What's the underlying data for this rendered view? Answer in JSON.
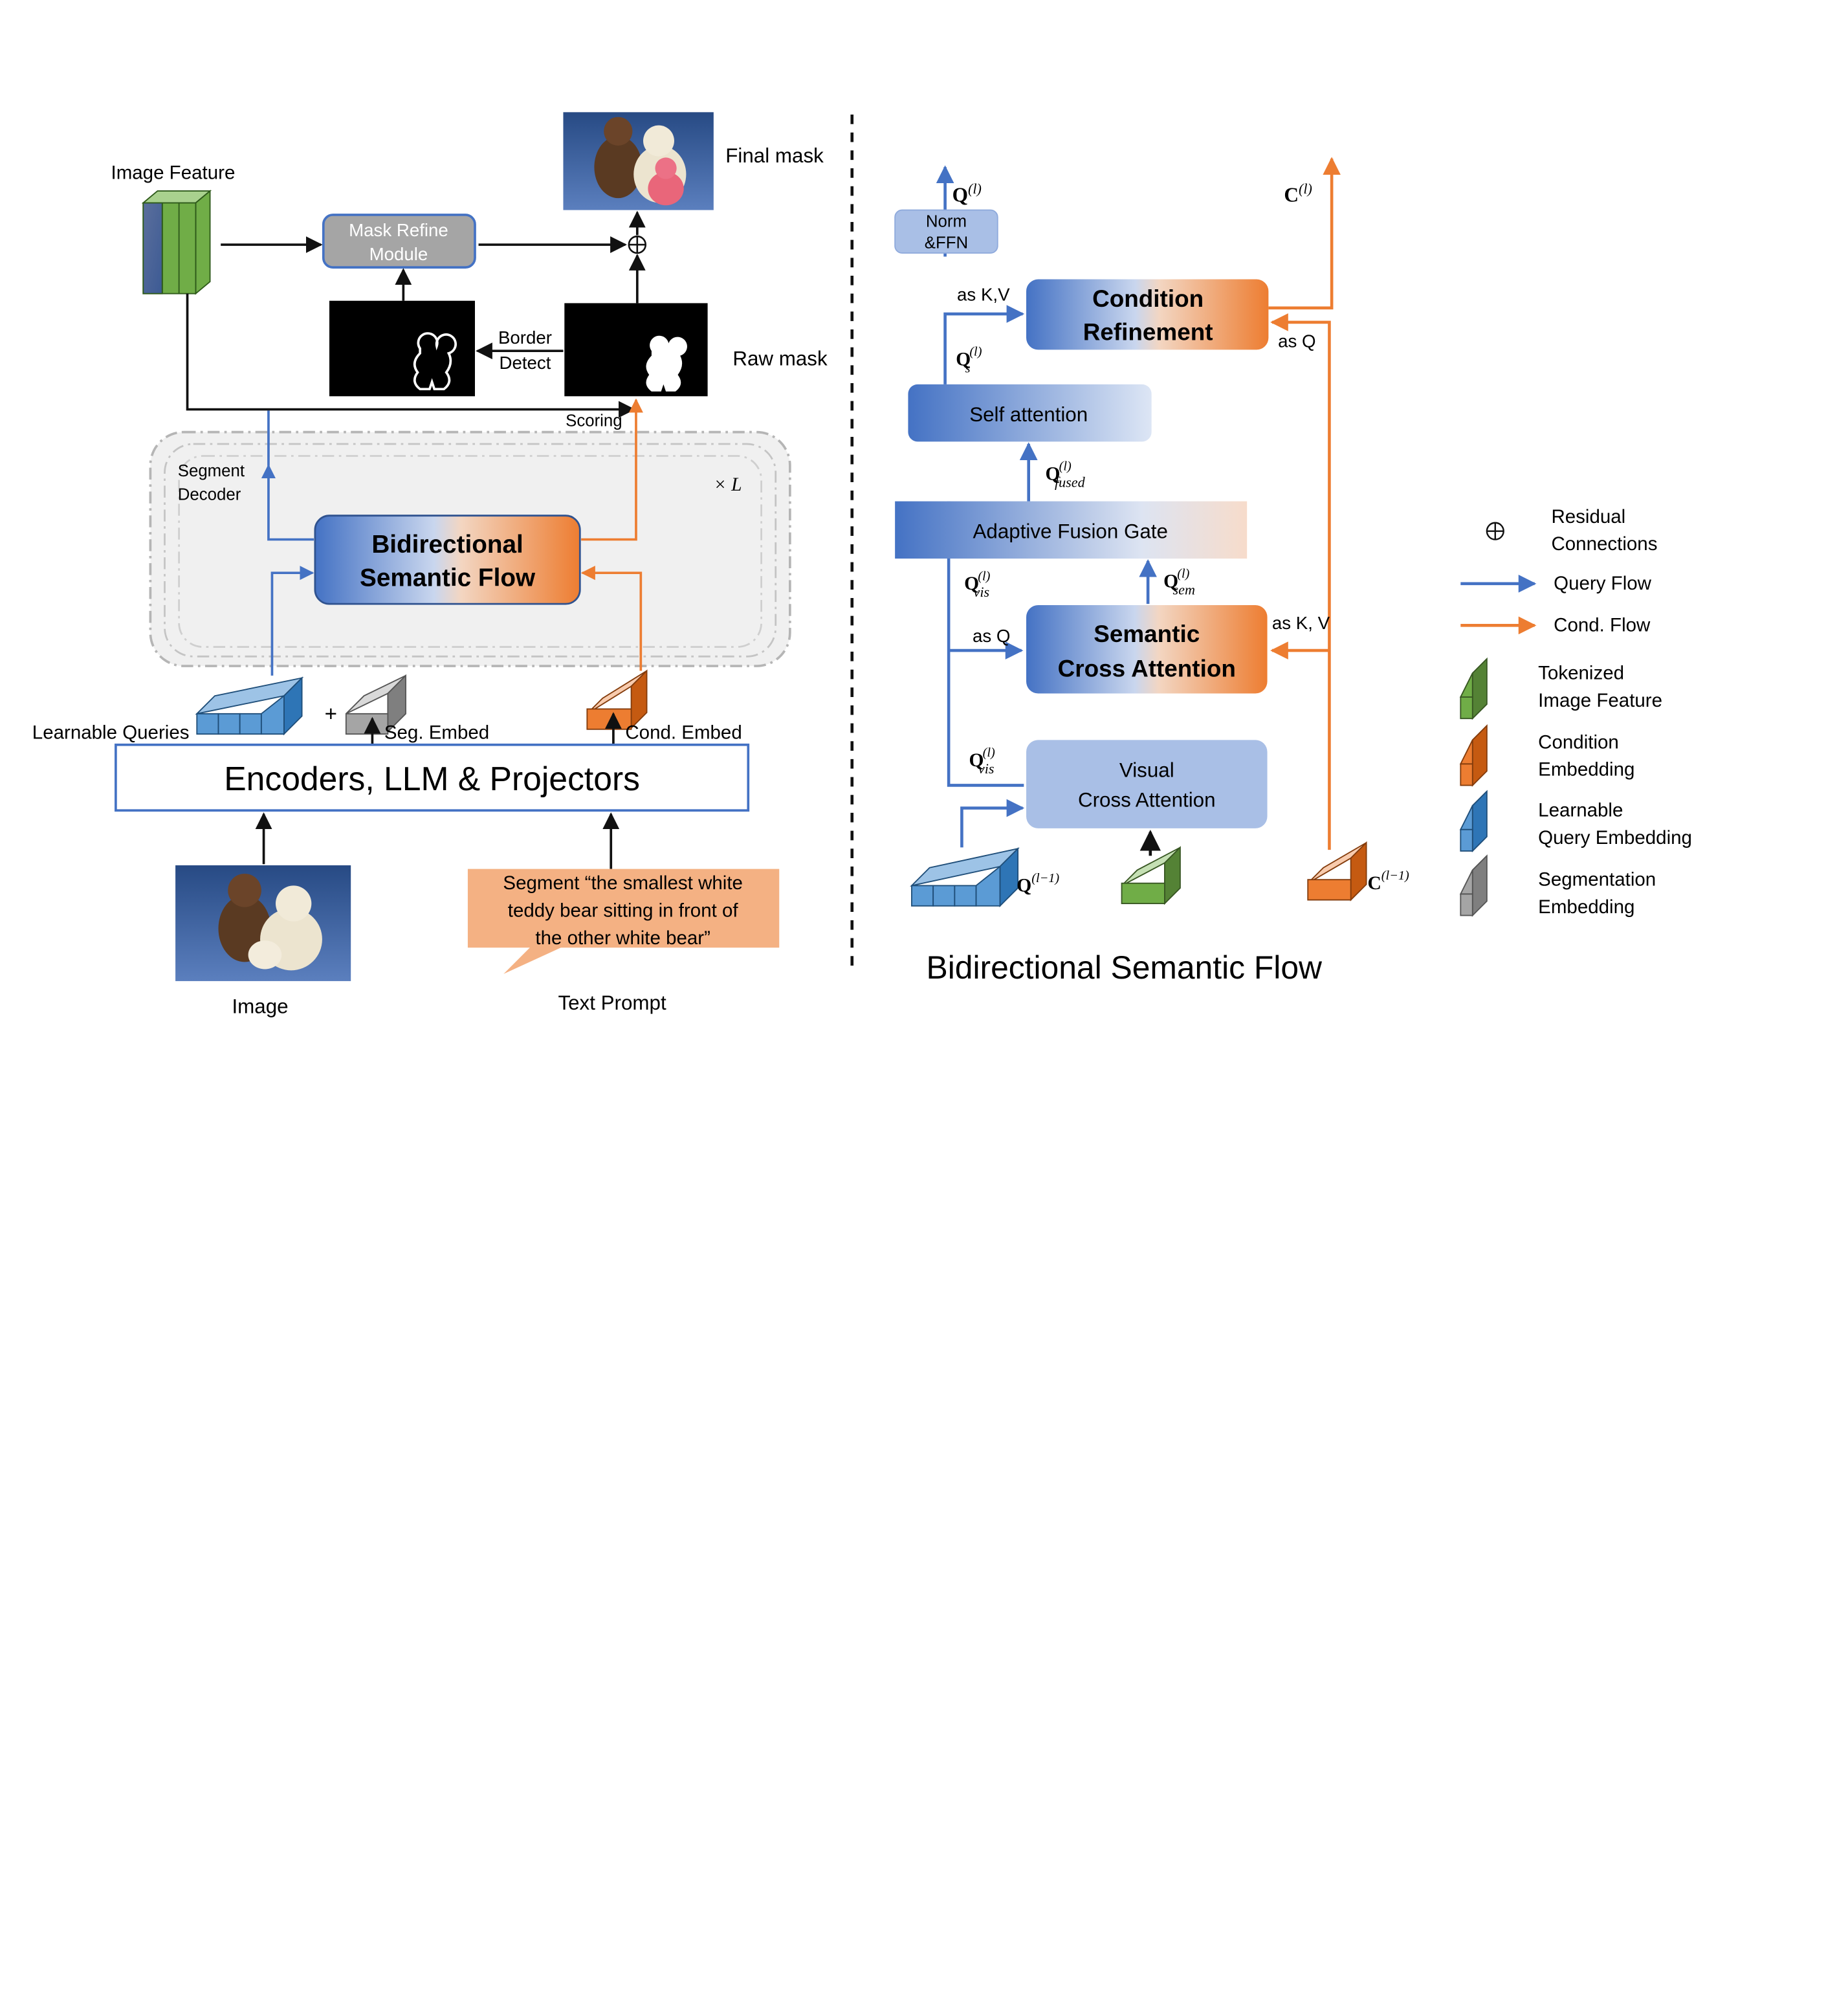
{
  "left": {
    "image_feature_label": "Image Feature",
    "mask_refine_line1": "Mask Refine",
    "mask_refine_line2": "Module",
    "final_mask_label": "Final mask",
    "border_detect_line1": "Border",
    "border_detect_line2": "Detect",
    "raw_mask_label": "Raw mask",
    "scoring_label": "Scoring",
    "segment_decoder_line1": "Segment",
    "segment_decoder_line2": "Decoder",
    "repeat_label": "× L",
    "bsf_line1": "Bidirectional",
    "bsf_line2": "Semantic Flow",
    "learnable_queries_label": "Learnable Queries",
    "plus_sign": "+",
    "seg_embed_label": "Seg. Embed",
    "cond_embed_label": "Cond. Embed",
    "encoders_label": "Encoders, LLM & Projectors",
    "image_label": "Image",
    "text_prompt_label": "Text Prompt",
    "prompt_line1": "Segment “the smallest white",
    "prompt_line2": "teddy bear sitting in front of",
    "prompt_line3": "the other white bear”"
  },
  "right": {
    "q_out_label": "Q",
    "q_out_sup": "(l)",
    "c_out_label": "C",
    "c_out_sup": "(l)",
    "norm_ffn_line1": "Norm",
    "norm_ffn_line2": "&FFN",
    "as_kv_top": "as K,V",
    "as_q_top": "as Q",
    "cond_ref_line1": "Condition",
    "cond_ref_line2": "Refinement",
    "qs_label": "Q",
    "qs_sub": "s",
    "qs_sup": "(l)",
    "self_attention_label": "Self attention",
    "qfused_label": "Q",
    "qfused_sub": "fused",
    "qfused_sup": "(l)",
    "fusion_gate_label": "Adaptive Fusion Gate",
    "qvis_label": "Q",
    "qvis_sub": "vis",
    "qvis_sup": "(l)",
    "qsem_label": "Q",
    "qsem_sub": "sem",
    "qsem_sup": "(l)",
    "as_q_mid": "as Q",
    "as_kv_mid": "as K, V",
    "sem_cross_line1": "Semantic",
    "sem_cross_line2": "Cross Attention",
    "qvis2_label": "Q",
    "qvis2_sub": "vis",
    "qvis2_sup": "(l)",
    "vis_cross_line1": "Visual",
    "vis_cross_line2": "Cross Attention",
    "q_prev_label": "Q",
    "q_prev_sup": "(l−1)",
    "c_prev_label": "C",
    "c_prev_sup": "(l−1)",
    "title": "Bidirectional Semantic Flow"
  },
  "legend": {
    "residual_line1": "Residual",
    "residual_line2": "Connections",
    "query_flow": "Query Flow",
    "cond_flow": "Cond. Flow",
    "tokenized_line1": "Tokenized",
    "tokenized_line2": "Image Feature",
    "condition_line1": "Condition",
    "condition_line2": " Embedding",
    "learnable_line1": "Learnable",
    "learnable_line2": "Query Embedding",
    "segmentation_line1": "Segmentation",
    "segmentation_line2": "Embedding"
  },
  "colors": {
    "query_blue": "#4472c4",
    "cond_orange": "#ed7d31",
    "green": "#70ad47",
    "gray": "#a5a5a5",
    "light_blue": "#8faadc",
    "peach": "#f4b183"
  }
}
